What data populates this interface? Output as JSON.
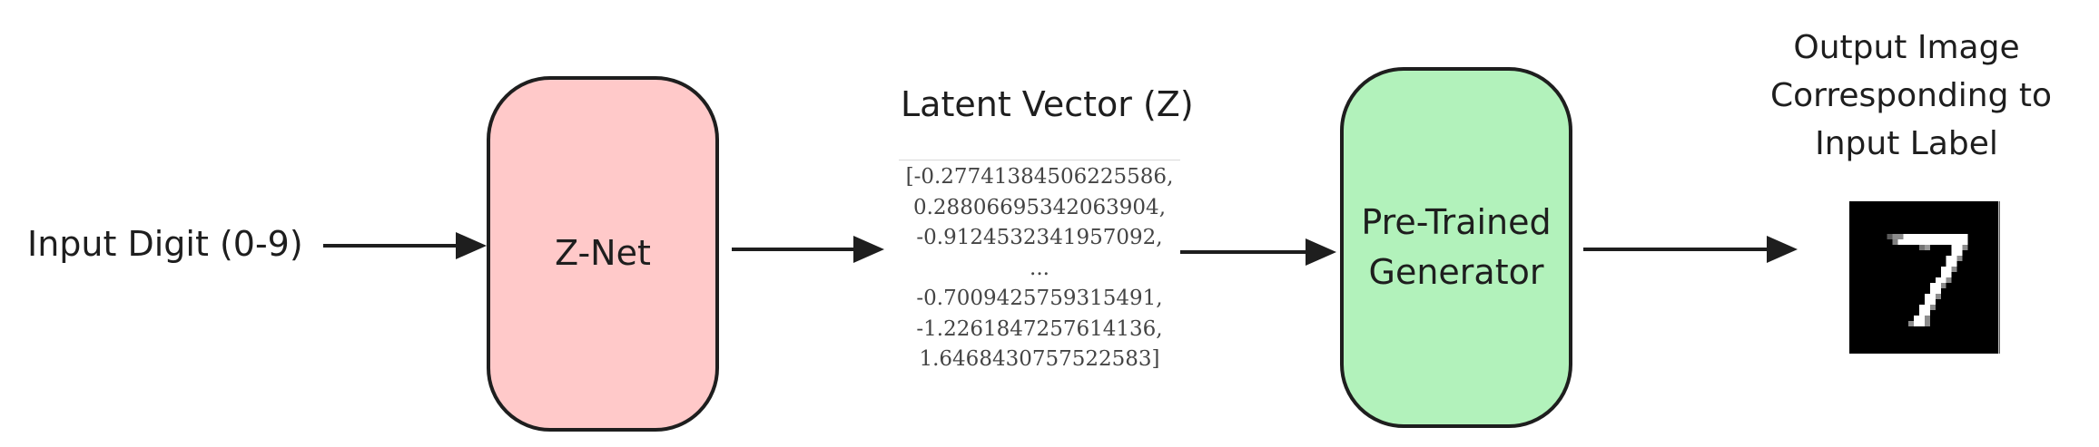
{
  "input": {
    "label": "Input Digit (0-9)"
  },
  "znet": {
    "label": "Z-Net",
    "fill": "#ffc9c9"
  },
  "latent": {
    "title": "Latent Vector (Z)",
    "values": [
      "[-0.27741384506225586,",
      "0.28806695342063904,",
      "-0.9124532341957092,",
      "...",
      "-0.7009425759315491,",
      "-1.2261847257614136,",
      "1.6468430757522583]"
    ]
  },
  "generator": {
    "label_line1": "Pre-Trained",
    "label_line2": "Generator",
    "fill": "#b2f2bb"
  },
  "output": {
    "title_line1": "Output Image",
    "title_line2": "Corresponding to",
    "title_line3": "Input Label",
    "image_icon": "mnist-digit-7-image"
  },
  "colors": {
    "stroke": "#1e1e1e",
    "text": "#1e1e1e",
    "znet_fill": "#ffc9c9",
    "generator_fill": "#b2f2bb"
  }
}
